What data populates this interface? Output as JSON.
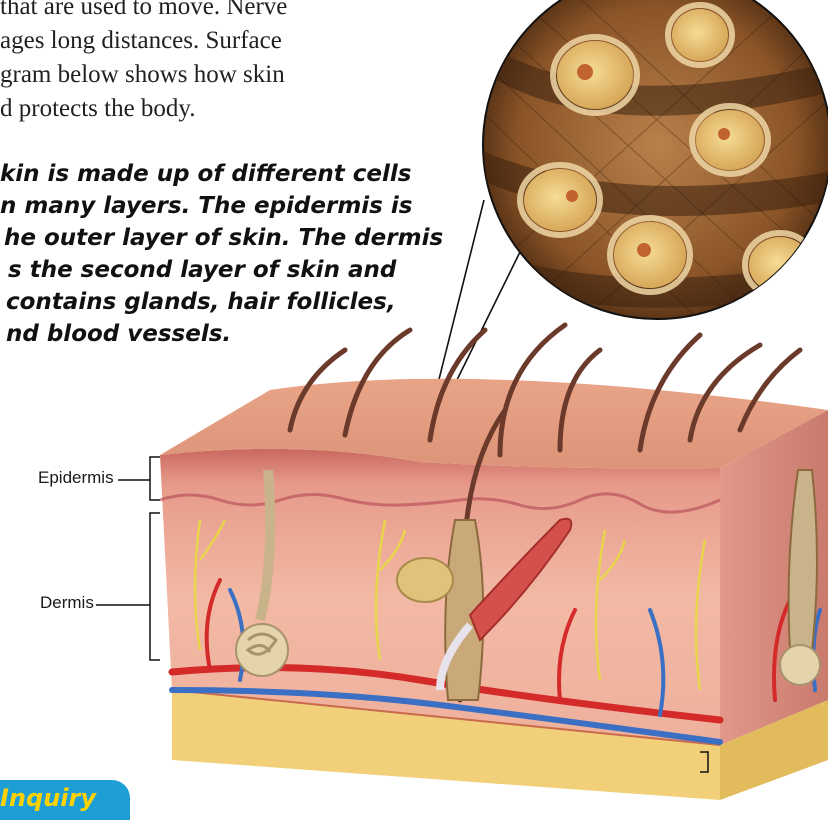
{
  "body_text": [
    "that are used to move. Nerve",
    "ages long distances. Surface",
    "gram below shows how skin",
    "d protects the body."
  ],
  "caption": [
    "kin is made up of different cells",
    "n many layers. The epidermis is",
    "he outer layer of skin. The dermis",
    "s the second layer of skin and",
    "contains glands, hair follicles,",
    "nd blood vessels."
  ],
  "labels": {
    "epidermis": "Epidermis",
    "dermis": "Dermis"
  },
  "badge": {
    "text": "Inquiry"
  },
  "colors": {
    "skin_top": "#e8a58a",
    "skin_front": "#f1b8a2",
    "epidermis_band": "#d97f74",
    "fat_layer": "#f2d07a",
    "hair": "#6b3a2a",
    "artery": "#d42a2a",
    "vein": "#3a6fc4",
    "nerve": "#e9d54a",
    "cell_fill": "#e8c476",
    "inquiry_bg": "#1d9fd6",
    "inquiry_text": "#ffd200"
  }
}
